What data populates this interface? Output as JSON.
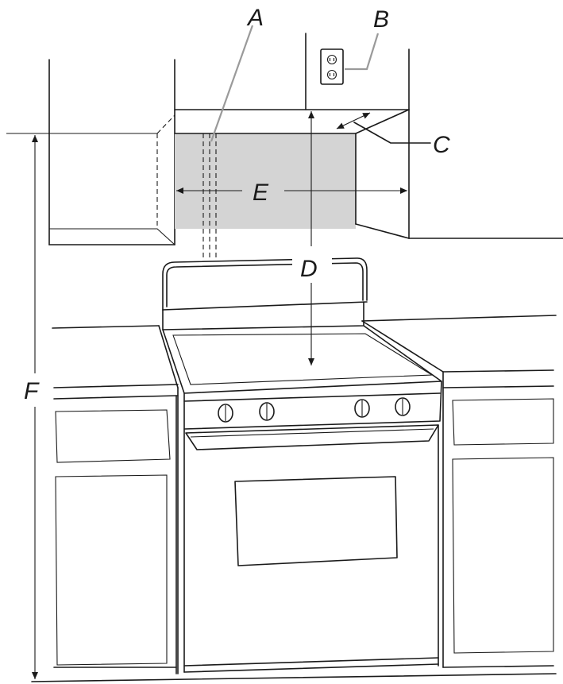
{
  "labels": {
    "a": "A",
    "b": "B",
    "c": "C",
    "d": "D",
    "e": "E",
    "f": "F"
  },
  "colors": {
    "line": "#1a1a1a",
    "shaded_area": "#d4d4d4",
    "leader_gray": "#9a9a9a",
    "background": "#ffffff"
  }
}
